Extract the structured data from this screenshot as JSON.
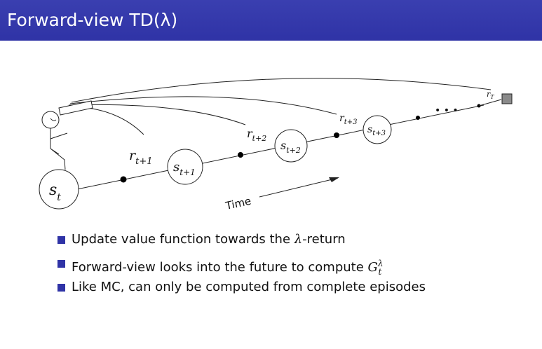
{
  "slide": {
    "title": "Forward-view TD(λ)"
  },
  "diagram": {
    "state_labels": {
      "s_t": {
        "base": "s",
        "sub": "t"
      },
      "s_t1": {
        "base": "s",
        "sub": "t+1"
      },
      "s_t2": {
        "base": "s",
        "sub": "t+2"
      },
      "s_t3": {
        "base": "s",
        "sub": "t+3"
      }
    },
    "reward_labels": {
      "r_t1": {
        "base": "r",
        "sub": "t+1"
      },
      "r_t2": {
        "base": "r",
        "sub": "t+2"
      },
      "r_t3": {
        "base": "r",
        "sub": "t+3"
      },
      "r_T": {
        "base": "r",
        "sub": "T"
      }
    },
    "ellipsis": "• • •",
    "time_label": "Time"
  },
  "bullets": [
    {
      "pre": "Update value function towards the ",
      "sym": "λ",
      "post": "-return"
    },
    {
      "pre": "Forward-view looks into the future to compute ",
      "sym": "G",
      "sup": "λ",
      "sub": "t"
    },
    {
      "pre": "Like MC, can only be computed from complete episodes"
    }
  ],
  "colors": {
    "title_bar": "#2f33a6",
    "bullet": "#2f33a6",
    "terminal_square": "#8a8a8a"
  }
}
